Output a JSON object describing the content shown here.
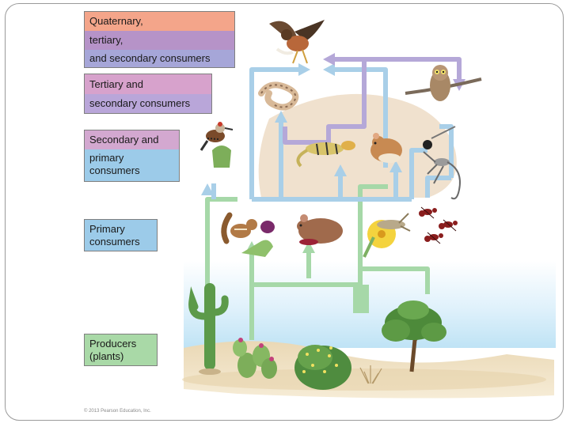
{
  "legend": {
    "quaternary": {
      "lines": [
        "Quaternary,",
        "tertiary,",
        "and secondary consumers"
      ]
    },
    "tertiary": {
      "lines": [
        "Tertiary and",
        "secondary consumers"
      ]
    },
    "secondary": {
      "lines": [
        "Secondary and",
        "primary",
        "consumers"
      ]
    },
    "primary": {
      "lines": [
        "Primary",
        "consumers"
      ]
    },
    "producers": {
      "lines": [
        "Producers",
        "(plants)"
      ]
    }
  },
  "colors": {
    "quaternary_salmon": "#f4a58a",
    "quaternary_violet": "#b693c8",
    "quaternary_lavender": "#a6a6d8",
    "tertiary_pink": "#d7a2cc",
    "tertiary_lavender": "#b9a6d9",
    "secondary_pink": "#d3a8d0",
    "secondary_blue": "#9ccbe9",
    "primary_blue": "#9ccbe9",
    "producer_green": "#a9d9a7",
    "arrow_blue": "#a9cfe8",
    "arrow_violet": "#b5a8d8",
    "arrow_green": "#a6d8a8"
  },
  "organisms": [
    {
      "id": "hawk",
      "icon": "hawk-icon"
    },
    {
      "id": "snake",
      "icon": "snake-icon"
    },
    {
      "id": "owl",
      "icon": "owl-icon"
    },
    {
      "id": "woodpecker",
      "icon": "woodpecker-icon"
    },
    {
      "id": "lizard",
      "icon": "lizard-icon"
    },
    {
      "id": "mouse",
      "icon": "mouse-icon"
    },
    {
      "id": "scorpion",
      "icon": "scorpion-icon"
    },
    {
      "id": "squirrel",
      "icon": "squirrel-icon"
    },
    {
      "id": "rat",
      "icon": "rat-icon"
    },
    {
      "id": "grasshopper",
      "icon": "grasshopper-icon"
    },
    {
      "id": "ants",
      "icon": "ants-icon"
    },
    {
      "id": "saguaro",
      "icon": "saguaro-cactus-icon"
    },
    {
      "id": "prickly_pear",
      "icon": "prickly-pear-icon"
    },
    {
      "id": "shrub",
      "icon": "flowering-shrub-icon"
    },
    {
      "id": "bush",
      "icon": "dry-bush-icon"
    },
    {
      "id": "tree",
      "icon": "tree-icon"
    }
  ],
  "credit": "© 2013 Pearson Education, Inc."
}
